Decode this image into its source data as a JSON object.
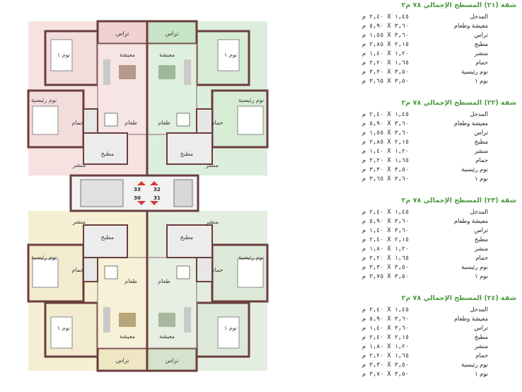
{
  "plan": {
    "room_labels": {
      "terrace": "تراس",
      "living": "معيشة",
      "dining": "طعام",
      "bedroom1": "نوم ١",
      "master": "نوم رئيسية",
      "bath": "حمام",
      "kitchen": "مطبخ",
      "laundry": "منشر"
    },
    "apartment_numbers": [
      "33",
      "32",
      "30",
      "31"
    ]
  },
  "apartments": [
    {
      "title": "شقة (٢١) المسطح الإجمالي ٧٨ م٢",
      "rows": [
        {
          "room": "المدخل",
          "dim": "١,٤٥ X ٢,٤٠ م"
        },
        {
          "room": "معيشة وطعام",
          "dim": "٣,٦٠ X ٥,٩٠ م"
        },
        {
          "room": "تراس",
          "dim": "٣,٦٠ X ١,٥٥ م"
        },
        {
          "room": "مطبخ",
          "dim": "٢,١٥ X ٢,٨٥ م"
        },
        {
          "room": "منشر",
          "dim": "١,٢٠ X ١,٤٠ م"
        },
        {
          "room": "حمام",
          "dim": "١,٦٥ X ٢,٢٠ م"
        },
        {
          "room": "نوم رئيسية",
          "dim": "٣,٥٠ X ٣,٣٠ م"
        },
        {
          "room": "نوم ١",
          "dim": "٣,٥٠ X ٣,٦٥ م"
        }
      ]
    },
    {
      "title": "شقة (٢٢) المسطح الإجمالي ٧٨ م٢",
      "rows": [
        {
          "room": "المدخل",
          "dim": "١,٤٥ X ٢,٤٠ م"
        },
        {
          "room": "معيشة وطعام",
          "dim": "٣,٦٠ X ٥,٩٠ م"
        },
        {
          "room": "تراس",
          "dim": "٣,٦٠ X ١,٥٥ م"
        },
        {
          "room": "مطبخ",
          "dim": "٢,١٥ X ٢,٨٥ م"
        },
        {
          "room": "منشر",
          "dim": "١,٢٠ X ١,٤٠ م"
        },
        {
          "room": "حمام",
          "dim": "١,٦٥ X ٢,٢٠ م"
        },
        {
          "room": "نوم رئيسية",
          "dim": "٣,٥٠ X ٣,٣٠ م"
        },
        {
          "room": "نوم ١",
          "dim": "٣,٦٠ X ٣,٦٥ م"
        }
      ]
    },
    {
      "title": "شقة (٢٣) المسطح الإجمالي ٧٨ م٢",
      "rows": [
        {
          "room": "المدخل",
          "dim": "١,٤٥ X ٢,٤٠ م"
        },
        {
          "room": "معيشة وطعام",
          "dim": "٣,٦٠ X ٥,٩٠ م"
        },
        {
          "room": "تراس",
          "dim": "٣,٦٠ X ١,٤٠ م"
        },
        {
          "room": "مطبخ",
          "dim": "٢,١٥ X ٢,٤٠ م"
        },
        {
          "room": "منشر",
          "dim": "١,٢٠ X ١,٨٠ م"
        },
        {
          "room": "حمام",
          "dim": "١,٦٥ X ٢,٢٠ م"
        },
        {
          "room": "نوم رئيسية",
          "dim": "٣,٥٠ X ٣,٣٠ م"
        },
        {
          "room": "نوم ١",
          "dim": "٣,٥٠ X ٣,٧٥ م"
        }
      ]
    },
    {
      "title": "شقة (٢٤) المسطح الإجمالي ٧٨ م٢",
      "rows": [
        {
          "room": "المدخل",
          "dim": "١,٤٥ X ٢,٤٠ م"
        },
        {
          "room": "معيشة وطعام",
          "dim": "٣,٦٠ X ٥,٩٠ م"
        },
        {
          "room": "تراس",
          "dim": "٣,٦٠ X ١,٤٠ م"
        },
        {
          "room": "مطبخ",
          "dim": "٢,١٥ X ٢,٤٠ م"
        },
        {
          "room": "منشر",
          "dim": "١,٢٠ X ١,٨٠ م"
        },
        {
          "room": "حمام",
          "dim": "١,٦٥ X ٢,٢٠ م"
        },
        {
          "room": "نوم رئيسية",
          "dim": "٣,٥٠ X ٣,٣٠ م"
        },
        {
          "room": "نوم ١",
          "dim": "٣,٥٠ X ٣,٧٠ م"
        }
      ]
    }
  ]
}
